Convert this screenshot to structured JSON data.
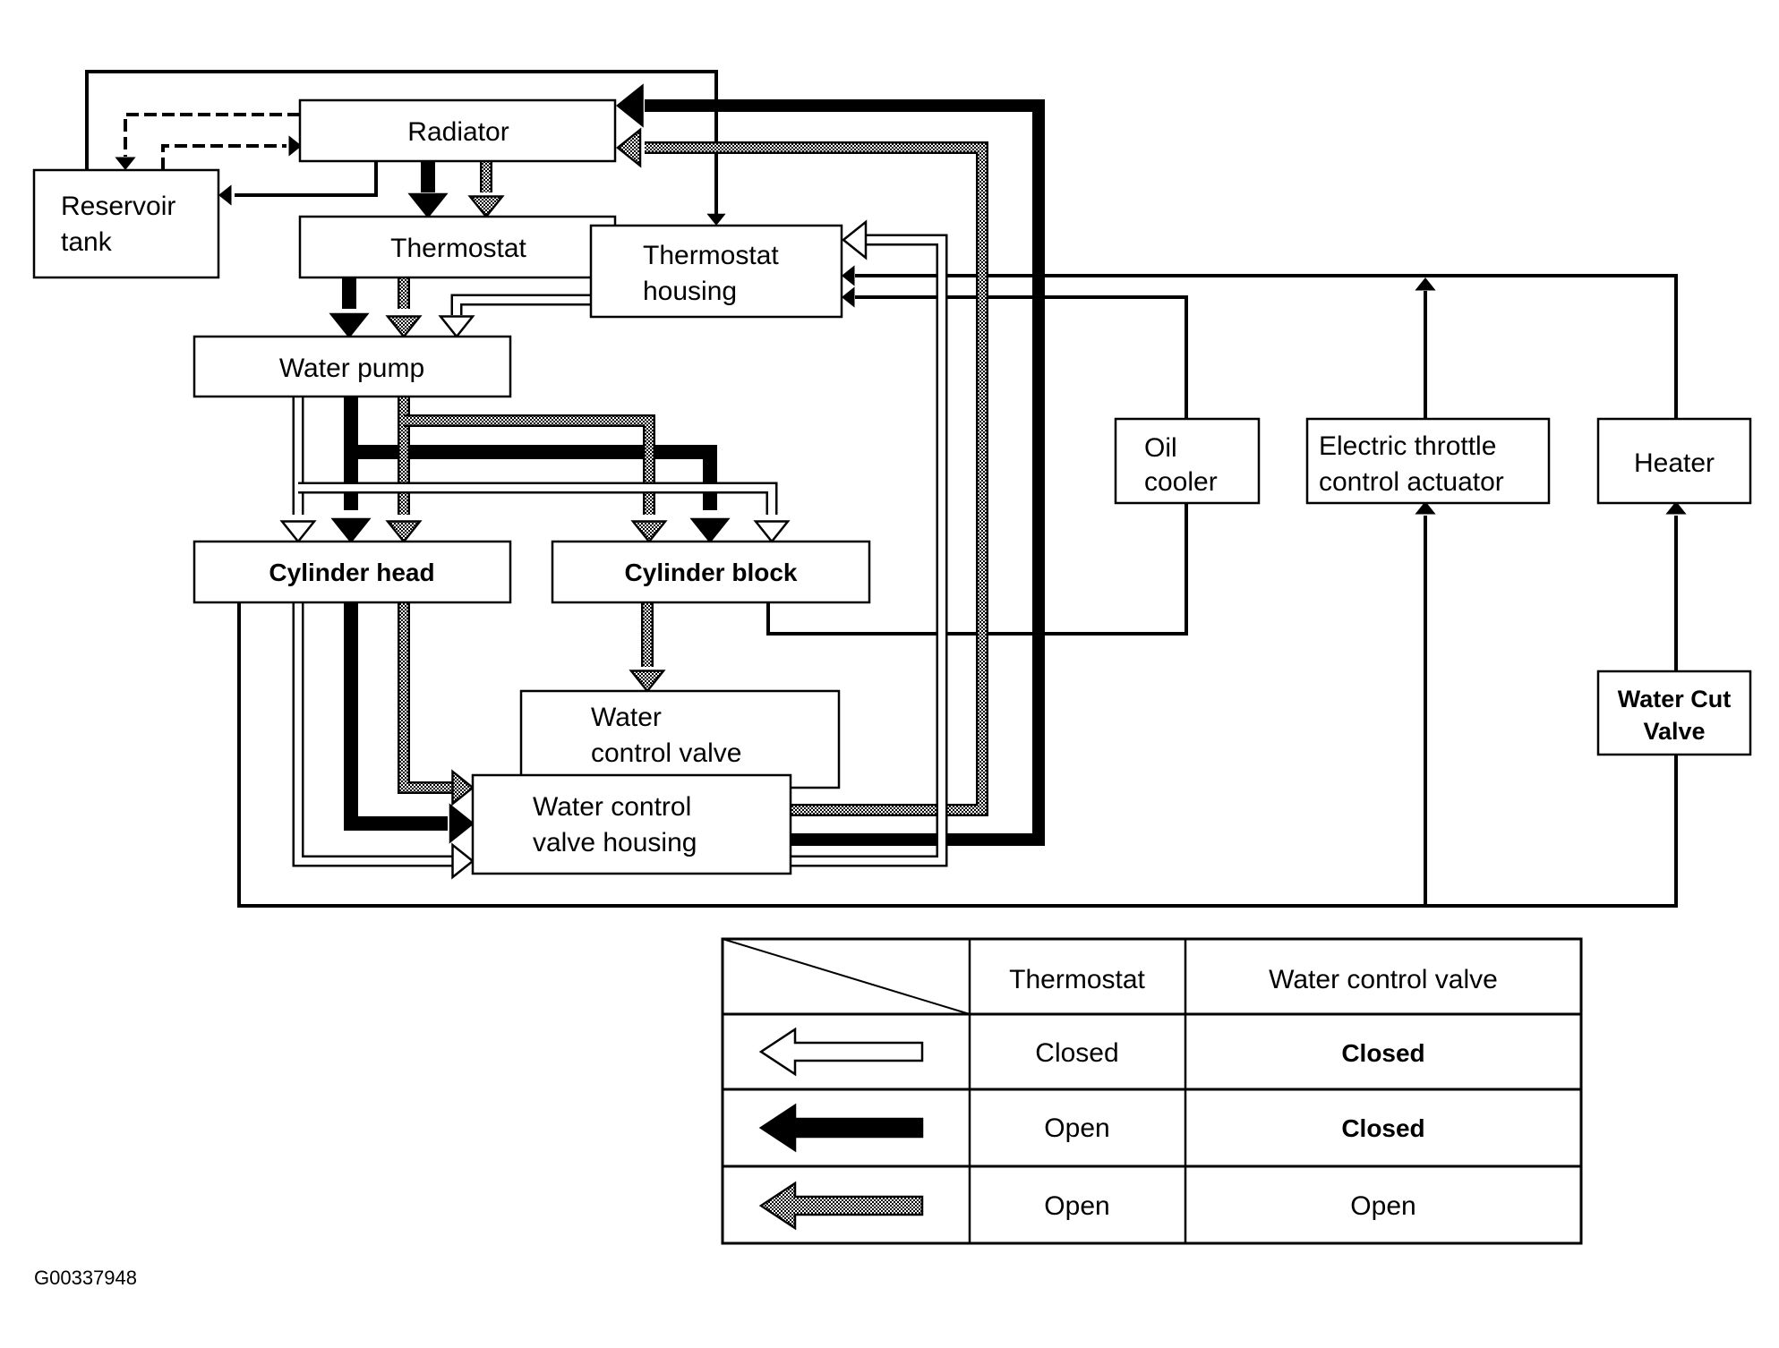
{
  "diagram": {
    "title": "Engine cooling system coolant flow",
    "components": {
      "radiator": "Radiator",
      "reservoir_line1": "Reservoir",
      "reservoir_line2": "tank",
      "thermostat": "Thermostat",
      "thermostat_housing_line1": "Thermostat",
      "thermostat_housing_line2": "housing",
      "water_pump": "Water pump",
      "cylinder_head": "Cylinder head",
      "cylinder_block": "Cylinder block",
      "water_control_valve_line1": "Water",
      "water_control_valve_line2": "control valve",
      "wcv_housing_line1": "Water control",
      "wcv_housing_line2": "valve housing",
      "oil_cooler_line1": "Oil",
      "oil_cooler_line2": "cooler",
      "etc_line1": "Electric throttle",
      "etc_line2": "control actuator",
      "heater": "Heater",
      "water_cut_line1": "Water Cut",
      "water_cut_line2": "Valve"
    },
    "arrow_styles": {
      "closed_closed": "white-outline-arrow",
      "open_closed": "black-solid-arrow",
      "open_open": "dotted-gray-arrow"
    },
    "colors": {
      "line": "#000000",
      "background": "#ffffff",
      "dotted_fill": "#b8b8b8"
    }
  },
  "legend": {
    "headers": [
      "",
      "Thermostat",
      "Water control valve"
    ],
    "rows": [
      {
        "arrow": "white-outline-arrow",
        "thermostat": "Closed",
        "water_control_valve": "Closed"
      },
      {
        "arrow": "black-solid-arrow",
        "thermostat": "Open",
        "water_control_valve": "Closed"
      },
      {
        "arrow": "dotted-gray-arrow",
        "thermostat": "Open",
        "water_control_valve": "Open"
      }
    ]
  },
  "figure_id": "G00337948"
}
